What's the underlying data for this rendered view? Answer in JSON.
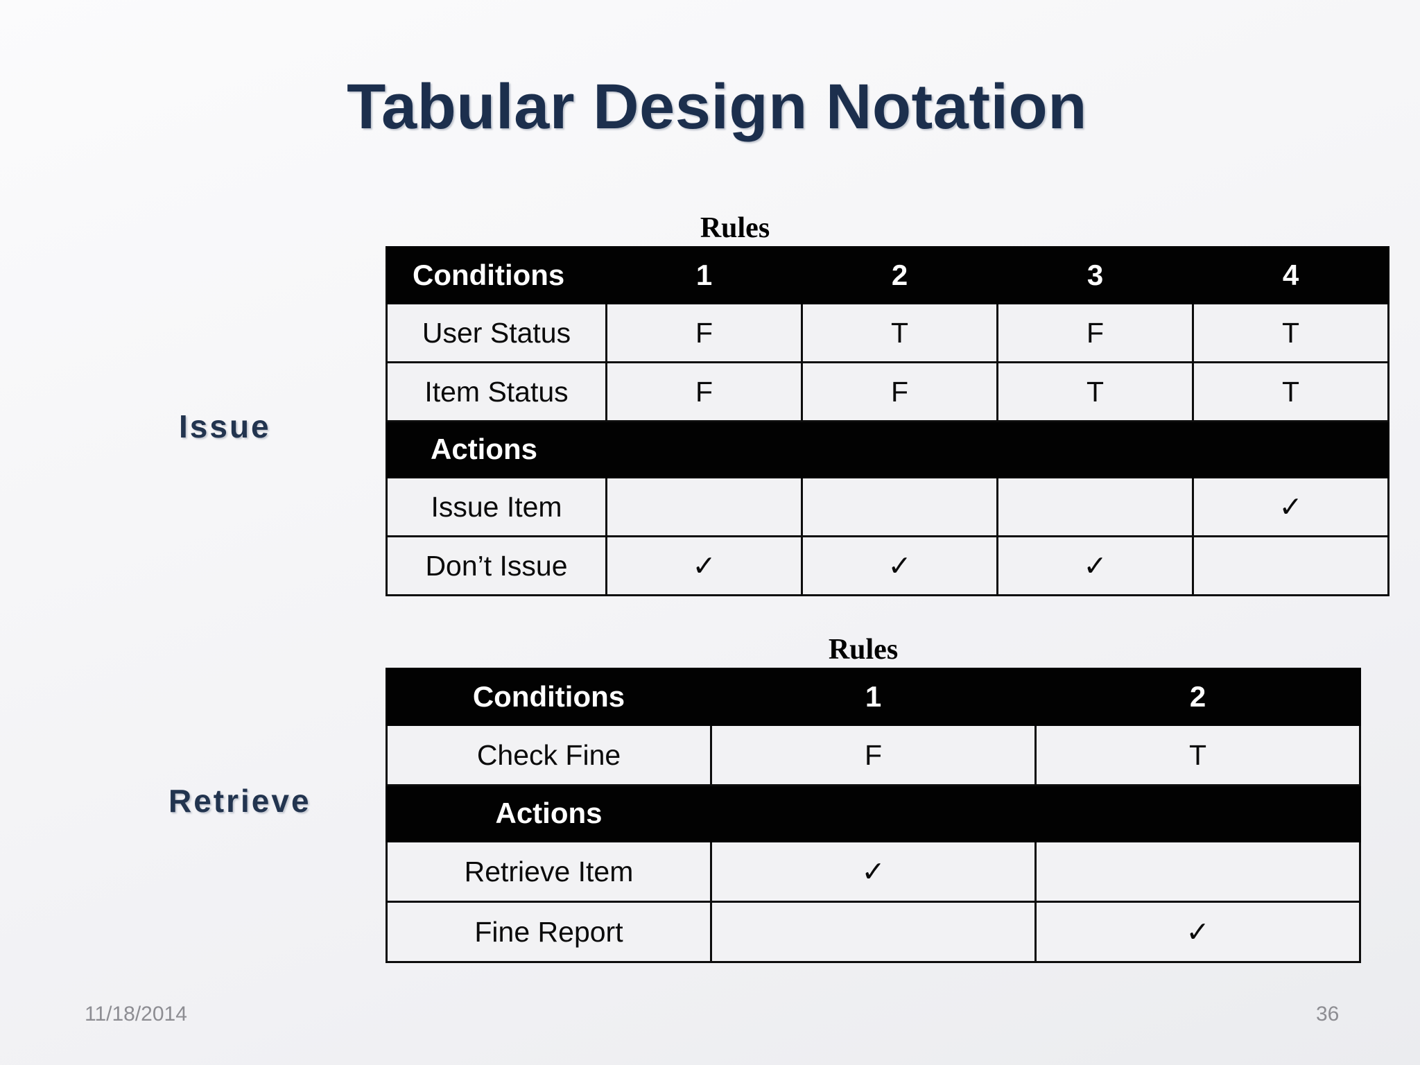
{
  "slide": {
    "title": "Tabular Design Notation",
    "background_color": "#f4f4f7",
    "title_color": "#1c2f4d"
  },
  "sections": [
    {
      "label": "Issue"
    },
    {
      "label": "Retrieve"
    }
  ],
  "tables": [
    {
      "name": "issue-decision-table",
      "caption": "Rules",
      "conditions_header": "Conditions",
      "rule_numbers": [
        "1",
        "2",
        "3",
        "4"
      ],
      "conditions": [
        {
          "label": "User Status",
          "values": [
            "F",
            "T",
            "F",
            "T"
          ]
        },
        {
          "label": "Item Status",
          "values": [
            "F",
            "F",
            "T",
            "T"
          ]
        }
      ],
      "actions_header": "Actions",
      "actions": [
        {
          "label": "Issue Item",
          "values": [
            "",
            "",
            "",
            "✓"
          ]
        },
        {
          "label": "Don’t Issue",
          "values": [
            "✓",
            "✓",
            "✓",
            ""
          ]
        }
      ]
    },
    {
      "name": "retrieve-decision-table",
      "caption": "Rules",
      "conditions_header": "Conditions",
      "rule_numbers": [
        "1",
        "2"
      ],
      "conditions": [
        {
          "label": "Check Fine",
          "values": [
            "F",
            "T"
          ]
        }
      ],
      "actions_header": "Actions",
      "actions": [
        {
          "label": "Retrieve Item",
          "values": [
            "✓",
            ""
          ]
        },
        {
          "label": "Fine Report",
          "values": [
            "",
            "✓"
          ]
        }
      ]
    }
  ],
  "footer": {
    "date": "11/18/2014",
    "page_number": "36"
  }
}
